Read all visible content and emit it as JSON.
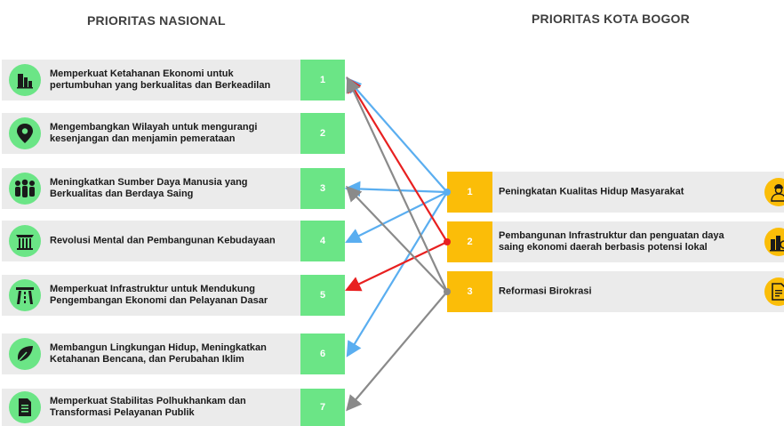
{
  "titles": {
    "left": "PRIORITAS NASIONAL",
    "right": "PRIORITAS KOTA BOGOR"
  },
  "national_priorities": [
    {
      "num": "1",
      "label": "Memperkuat Ketahanan Ekonomi untuk pertumbuhan yang berkualitas dan Berkeadilan",
      "icon": "buildings-icon"
    },
    {
      "num": "2",
      "label": "Mengembangkan Wilayah untuk mengurangi kesenjangan dan menjamin pemerataan",
      "icon": "map-pin-icon"
    },
    {
      "num": "3",
      "label": "Meningkatkan Sumber Daya Manusia yang Berkualitas dan Berdaya Saing",
      "icon": "people-icon"
    },
    {
      "num": "4",
      "label": "Revolusi Mental dan Pembangunan Kebudayaan",
      "icon": "culture-gate-icon"
    },
    {
      "num": "5",
      "label": "Memperkuat Infrastruktur untuk Mendukung Pengembangan Ekonomi dan Pelayanan Dasar",
      "icon": "road-icon"
    },
    {
      "num": "6",
      "label": "Membangun Lingkungan Hidup, Meningkatkan Ketahanan Bencana, dan Perubahan Iklim",
      "icon": "leaf-icon"
    },
    {
      "num": "7",
      "label": "Memperkuat Stabilitas Polhukhankam dan Transformasi Pelayanan Publik",
      "icon": "document-icon"
    }
  ],
  "city_priorities": [
    {
      "num": "1",
      "label": "Peningkatan Kualitas Hidup Masyarakat",
      "icon": "worker-icon"
    },
    {
      "num": "2",
      "label": "Pembangunan Infrastruktur dan penguatan daya saing ekonomi daerah berbasis potensi lokal",
      "icon": "infrastructure-icon"
    },
    {
      "num": "3",
      "label": "Reformasi Birokrasi",
      "icon": "checklist-document-icon"
    }
  ],
  "links": [
    {
      "from_city": "1",
      "to_national": "1",
      "color": "#5aaef0"
    },
    {
      "from_city": "1",
      "to_national": "3",
      "color": "#5aaef0"
    },
    {
      "from_city": "1",
      "to_national": "4",
      "color": "#5aaef0"
    },
    {
      "from_city": "1",
      "to_national": "6",
      "color": "#5aaef0"
    },
    {
      "from_city": "2",
      "to_national": "1",
      "color": "#e82020"
    },
    {
      "from_city": "2",
      "to_national": "5",
      "color": "#e82020"
    },
    {
      "from_city": "3",
      "to_national": "1",
      "color": "#8a8a8a"
    },
    {
      "from_city": "3",
      "to_national": "3",
      "color": "#8a8a8a"
    },
    {
      "from_city": "3",
      "to_national": "7",
      "color": "#8a8a8a"
    }
  ],
  "colors": {
    "national_number": "#6be586",
    "city_number": "#fbbd08",
    "icon_circle": "#6be586",
    "label_bar": "#ebebeb"
  }
}
